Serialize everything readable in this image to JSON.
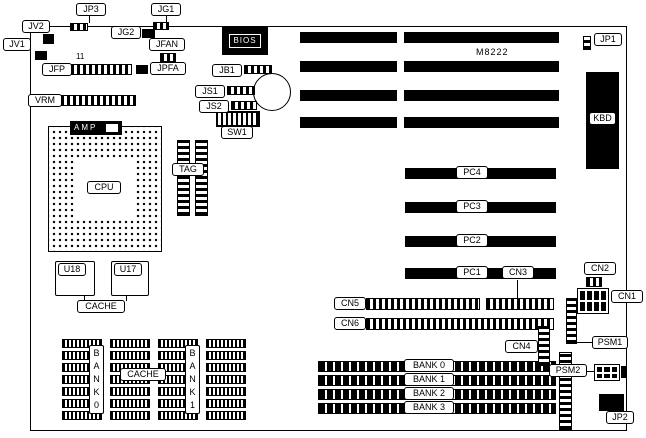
{
  "labels": {
    "jp3": "JP3",
    "jg1": "JG1",
    "jv2": "JV2",
    "jg2": "JG2",
    "jfan": "JFAN",
    "jv1": "JV1",
    "jfp": "JFP",
    "pin11": "11",
    "jpfa": "JPFA",
    "bios": "BIOS",
    "jb1": "JB1",
    "js1": "JS1",
    "js2": "JS2",
    "sw1": "SW1",
    "vrm": "VRM",
    "amp": "AMP",
    "cpu": "CPU",
    "tag": "TAG",
    "u18": "U18",
    "u17": "U17",
    "cache_sram": "CACHE",
    "cache_banks": "CACHE",
    "m8222": "M8222",
    "jp1": "JP1",
    "kbd": "KBD",
    "pc4": "PC4",
    "pc3": "PC3",
    "pc2": "PC2",
    "pc1": "PC1",
    "cn1": "CN1",
    "cn2": "CN2",
    "cn3": "CN3",
    "cn4": "CN4",
    "cn5": "CN5",
    "cn6": "CN6",
    "psm1": "PSM1",
    "psm2": "PSM2",
    "jp2": "JP2",
    "bank0_v": "B\nA\nN\nK\n0",
    "bank1_v": "B\nA\nN\nK\n1",
    "bank0": "BANK 0",
    "bank1": "BANK 1",
    "bank2": "BANK 2",
    "bank3": "BANK 3"
  },
  "colors": {
    "line": "#000000",
    "background": "#ffffff"
  }
}
